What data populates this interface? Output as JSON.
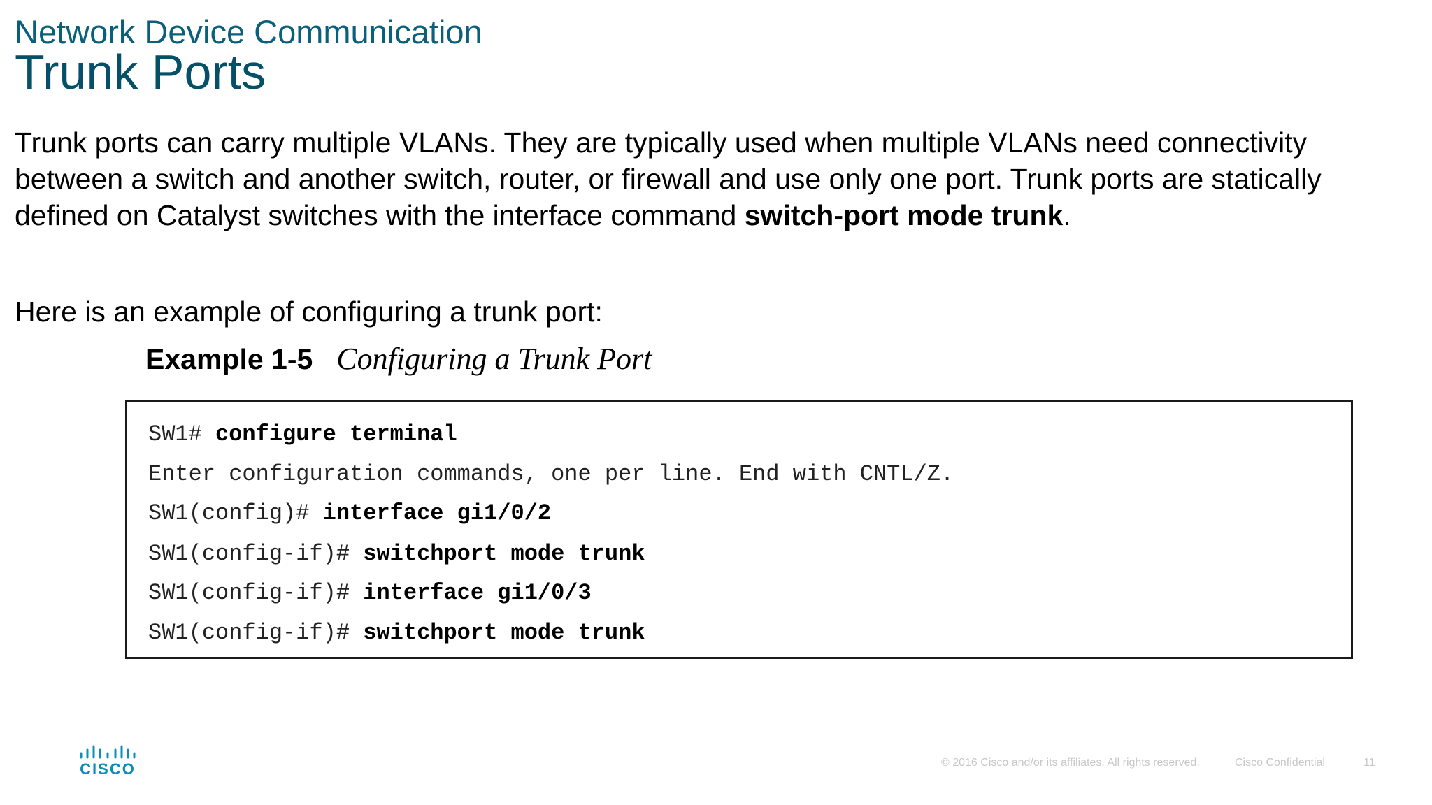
{
  "header": {
    "subtitle": "Network Device Communication",
    "title": "Trunk Ports"
  },
  "body": {
    "para1_text": "Trunk ports can carry multiple VLANs. They are typically used when multiple VLANs need connectivity between a switch and another switch, router, or firewall and use only one port. Trunk ports are statically defined on Catalyst switches with the interface command ",
    "para1_bold": "switch-port mode trunk",
    "para1_end": ".",
    "para2": "Here is an example of configuring a trunk port:"
  },
  "example": {
    "number": "Example 1-5",
    "title": "Configuring a Trunk Port",
    "lines": [
      {
        "prompt": "SW1# ",
        "command": "configure terminal"
      },
      {
        "prompt": "Enter configuration commands, one per line. End with CNTL/Z.",
        "command": ""
      },
      {
        "prompt": "SW1(config)# ",
        "command": "interface gi1/0/2"
      },
      {
        "prompt": "SW1(config-if)# ",
        "command": "switchport mode trunk"
      },
      {
        "prompt": "SW1(config-if)# ",
        "command": "interface gi1/0/3"
      },
      {
        "prompt": "SW1(config-if)# ",
        "command": "switchport mode trunk"
      }
    ]
  },
  "footer": {
    "logo_text": "CISCO",
    "logo_icon": "cisco-bridge-logo-icon",
    "copyright": "© 2016  Cisco and/or its affiliates. All rights reserved.",
    "confidential": "Cisco Confidential",
    "page_number": "11"
  },
  "colors": {
    "title": "#064f68",
    "subtitle": "#0a5f7a",
    "logo": "#0b8fb8"
  }
}
